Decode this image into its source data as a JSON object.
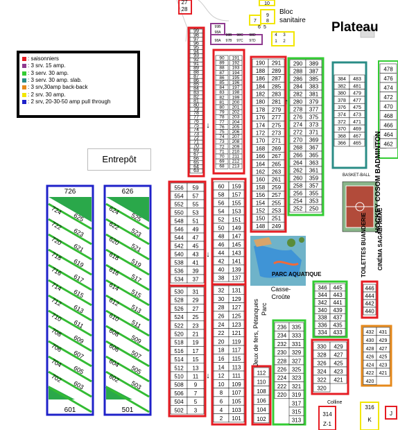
{
  "map": {
    "title_plateau": "Plateau",
    "label_entrepot": "Entrepôt",
    "label_bloc": "Bloc sanitaire",
    "label_basket": "BASKET-BALL",
    "label_hockey": "HOCKEY COSOM BADMINTON",
    "label_toilettes": "TOILETTES BUANDERIE",
    "label_cinema": "CINÉMA SAGABI AMAC",
    "label_parc": "PARC AQUATIQUE",
    "label_casse": "Casse-Croûte",
    "label_parc2": "Parc",
    "label_jeux": "Jeux de fers, Pétanques",
    "label_colline": "Colline"
  },
  "legend": [
    {
      "color": "#e51c23",
      "text": ": saisonniers"
    },
    {
      "color": "#8e3a8f",
      "text": ": 3 srv. 15 amp."
    },
    {
      "color": "#33cc33",
      "text": ": 3 serv. 30 amp."
    },
    {
      "color": "#2a8c86",
      "text": ": 3 serv. 30 amp. slab."
    },
    {
      "color": "#e6891b",
      "text": ": 3 srv,30amp back-back"
    },
    {
      "color": "#f2e600",
      "text": ": 2 srv. 30 amp."
    },
    {
      "color": "#1f22c9",
      "text": ": 2 srv, 20-30-50 amp pull through"
    }
  ],
  "colors": {
    "red": "#e51c23",
    "green": "#33cc33",
    "teal": "#2a8c86",
    "purple": "#8e3a8f",
    "orange": "#e6891b",
    "yellow": "#f2e600",
    "blue": "#1f22c9"
  },
  "sites": {
    "col_98": [
      "99",
      "98",
      "97",
      "96",
      "95",
      "94",
      "93",
      "92",
      "91",
      "89",
      "88",
      "87",
      "86",
      "85",
      "84",
      "83",
      "82",
      "81",
      "80",
      "79",
      "78",
      "77",
      "76",
      "75",
      "74",
      "73",
      "72",
      "71",
      "70",
      "69",
      "67",
      "66",
      "65",
      "64",
      "63"
    ],
    "oval_left": [
      "90",
      "89",
      "88",
      "87",
      "86",
      "85",
      "84",
      "83",
      "82",
      "81",
      "80",
      "79",
      "78",
      "77",
      "76",
      "75",
      "74",
      "73",
      "72",
      "71",
      "70",
      "69",
      "68"
    ],
    "oval_right": [
      "191",
      "192",
      "193",
      "194",
      "195",
      "196",
      "197",
      "198",
      "199",
      "200",
      "201",
      "202",
      "203",
      "204",
      "205",
      "206",
      "207",
      "208",
      "209",
      "210",
      "211",
      "212",
      "213"
    ],
    "blk190_left": [
      "190",
      "188",
      "186",
      "184",
      "182",
      "180",
      "178",
      "176",
      "174",
      "172",
      "170",
      "168",
      "166",
      "164",
      "162",
      "160",
      "158",
      "156",
      "154",
      "152",
      "150",
      "148"
    ],
    "blk190_right": [
      "291",
      "289",
      "287",
      "285",
      "283",
      "281",
      "279",
      "277",
      "275",
      "273",
      "271",
      "269",
      "267",
      "265",
      "263",
      "261",
      "259",
      "257",
      "255",
      "253",
      "251",
      "249"
    ],
    "g290_left": [
      "290",
      "288",
      "286",
      "284",
      "282",
      "280",
      "278",
      "276",
      "274",
      "272",
      "270",
      "268",
      "266",
      "264",
      "262",
      "260",
      "258",
      "256",
      "254",
      "252"
    ],
    "g290_right": [
      "389",
      "387",
      "385",
      "383",
      "381",
      "379",
      "377",
      "375",
      "373",
      "371",
      "369",
      "367",
      "365",
      "363",
      "361",
      "359",
      "357",
      "355",
      "353",
      "250"
    ],
    "t384_left": [
      "384",
      "382",
      "380",
      "378",
      "376",
      "374",
      "372",
      "370",
      "368",
      "366"
    ],
    "t384_right": [
      "483",
      "481",
      "479",
      "477",
      "475",
      "473",
      "471",
      "469",
      "467",
      "465"
    ],
    "r478": [
      "478",
      "476",
      "474",
      "472",
      "470",
      "468",
      "466",
      "464",
      "462"
    ],
    "b556_left": [
      "556",
      "554",
      "552",
      "550",
      "548",
      "546",
      "544",
      "542",
      "540",
      "538",
      "536",
      "534"
    ],
    "b556_right": [
      "59",
      "57",
      "55",
      "53",
      "51",
      "49",
      "47",
      "45",
      "43",
      "41",
      "39",
      "37"
    ],
    "b60_left": [
      "60",
      "58",
      "56",
      "54",
      "52",
      "50",
      "48",
      "46",
      "44",
      "42",
      "40",
      "38"
    ],
    "b60_right": [
      "159",
      "157",
      "155",
      "153",
      "151",
      "149",
      "147",
      "145",
      "143",
      "141",
      "139",
      "137"
    ],
    "b530_left": [
      "530",
      "528",
      "526",
      "524",
      "522",
      "520",
      "518",
      "516",
      "514",
      "512",
      "510",
      "508",
      "506",
      "504",
      "502"
    ],
    "b530_right": [
      "31",
      "29",
      "27",
      "25",
      "23",
      "21",
      "19",
      "17",
      "15",
      "13",
      "11",
      "9",
      "7",
      "5",
      "3"
    ],
    "b32_left": [
      "32",
      "30",
      "28",
      "26",
      "24",
      "22",
      "20",
      "18",
      "16",
      "14",
      "12",
      "10",
      "8",
      "6",
      "4",
      "2"
    ],
    "b32_right": [
      "131",
      "129",
      "127",
      "125",
      "123",
      "121",
      "119",
      "117",
      "115",
      "113",
      "111",
      "109",
      "107",
      "105",
      "103",
      "101"
    ],
    "b112": [
      "112",
      "110",
      "108",
      "106",
      "104",
      "102"
    ],
    "g236_left": [
      "236",
      "234",
      "232",
      "230",
      "228",
      "226",
      "224",
      "222",
      "220"
    ],
    "g236_right": [
      "335",
      "333",
      "331",
      "329",
      "327",
      "325",
      "323",
      "321",
      "319",
      "317",
      "315",
      "313"
    ],
    "g346_left": [
      "346",
      "344",
      "342",
      "340",
      "338",
      "336",
      "334"
    ],
    "g346_right": [
      "445",
      "443",
      "441",
      "439",
      "437",
      "435",
      "433"
    ],
    "r330_left": [
      "330",
      "328",
      "326",
      "324",
      "322",
      "320"
    ],
    "r330_right": [
      "429",
      "427",
      "425",
      "423",
      "421"
    ],
    "r446": [
      "446",
      "444",
      "442",
      "440"
    ],
    "o432_left": [
      "432",
      "430",
      "428",
      "426",
      "424",
      "422",
      "420"
    ],
    "o432_right": [
      "431",
      "429",
      "427",
      "425",
      "423",
      "421"
    ],
    "p_top": [
      "99B",
      "98A",
      "97A",
      "97B",
      "97C",
      "97D"
    ],
    "p_top_right": [
      "98B",
      "98C",
      "98D"
    ],
    "y10": [
      "10",
      "9",
      "8",
      "7",
      "6",
      "5",
      "4",
      "3",
      "2",
      "1"
    ],
    "top_small": [
      "27",
      "28"
    ],
    "bottom_z": [
      "314",
      "Z-1",
      "316",
      "K",
      "J"
    ],
    "dir": [
      "↓",
      "↑",
      "↓",
      "↓"
    ]
  },
  "pull_through": [
    {
      "top": "726",
      "bottom": "601",
      "left_nums": [
        "724",
        "722",
        "720",
        "718",
        "716",
        "714",
        "712",
        "710",
        "708",
        "706",
        "704",
        "702"
      ],
      "right_nums": [
        "625",
        "623",
        "621",
        "619",
        "617",
        "615",
        "613",
        "611",
        "609",
        "607",
        "605",
        "603"
      ]
    },
    {
      "top": "626",
      "bottom": "501",
      "left_nums": [
        "624",
        "622",
        "620",
        "618",
        "616",
        "614",
        "612",
        "610",
        "608",
        "606",
        "604",
        "602"
      ],
      "right_nums": [
        "525",
        "523",
        "521",
        "519",
        "517",
        "515",
        "513",
        "511",
        "509",
        "507",
        "505",
        "503"
      ]
    }
  ]
}
